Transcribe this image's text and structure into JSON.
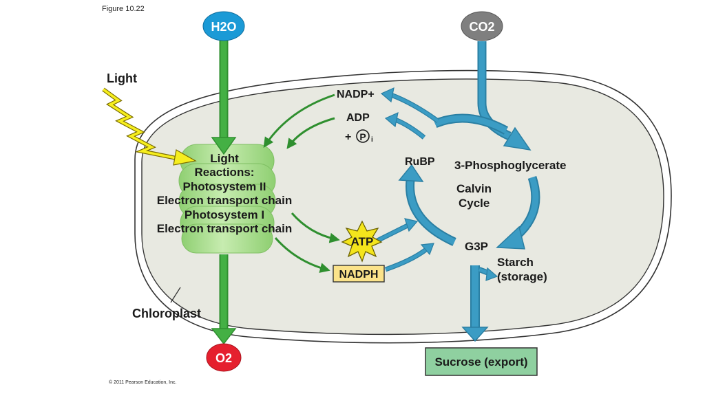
{
  "figure_label": "Figure 10.22",
  "copyright": "© 2011 Pearson Education, Inc.",
  "inputs": {
    "water": "H2O",
    "carbon_dioxide": "CO2"
  },
  "outputs": {
    "oxygen": "O2",
    "sucrose": "Sucrose (export)",
    "starch_line1": "Starch",
    "starch_line2": "(storage)"
  },
  "light": "Light",
  "chloroplast": "Chloroplast",
  "light_reactions": {
    "line1": "Light",
    "line2": "Reactions:",
    "line3": "Photosystem II",
    "line4": "Electron transport chain",
    "line5": "Photosystem I",
    "line6": "Electron transport chain"
  },
  "molecules": {
    "nadp_plus": "NADP+",
    "adp": "ADP",
    "plus": "+",
    "pi": "P",
    "pi_sub": "i",
    "atp": "ATP",
    "nadph": "NADPH"
  },
  "calvin": {
    "rubp": "RuBP",
    "pga": "3-Phosphoglycerate",
    "cycle_line1": "Calvin",
    "cycle_line2": "Cycle",
    "g3p": "G3P"
  },
  "colors": {
    "water_badge": "#1b9ad6",
    "co2_badge": "#7f7f7f",
    "o2_badge": "#e5202e",
    "green_arrow": "#3aa33a",
    "blue_arrow": "#3b9cc4",
    "chloroplast_fill": "#e8e9e1",
    "thylakoid": "#a9db8e",
    "sucrose_box": "#8fd0a0",
    "nadph_box": "#fbe38a",
    "atp_star": "#f4e51c"
  }
}
